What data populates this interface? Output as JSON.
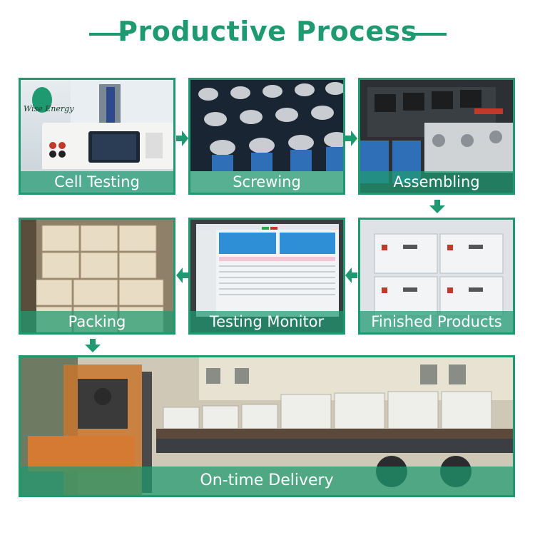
{
  "title": "Productive Process",
  "colors": {
    "accent": "#1f9a70",
    "caption_bg": "rgba(31,154,112,0.72)",
    "caption_text": "#ffffff"
  },
  "logo_text": "Wise Energy",
  "steps": [
    {
      "label": "Cell Testing"
    },
    {
      "label": "Screwing"
    },
    {
      "label": "Assembling"
    },
    {
      "label": "Finished Products"
    },
    {
      "label": "Testing Monitor"
    },
    {
      "label": "Packing"
    },
    {
      "label": "On-time Delivery"
    }
  ],
  "icons": {
    "arrow_right": "arrow-right-icon",
    "arrow_down": "arrow-down-icon",
    "arrow_left": "arrow-left-icon"
  }
}
